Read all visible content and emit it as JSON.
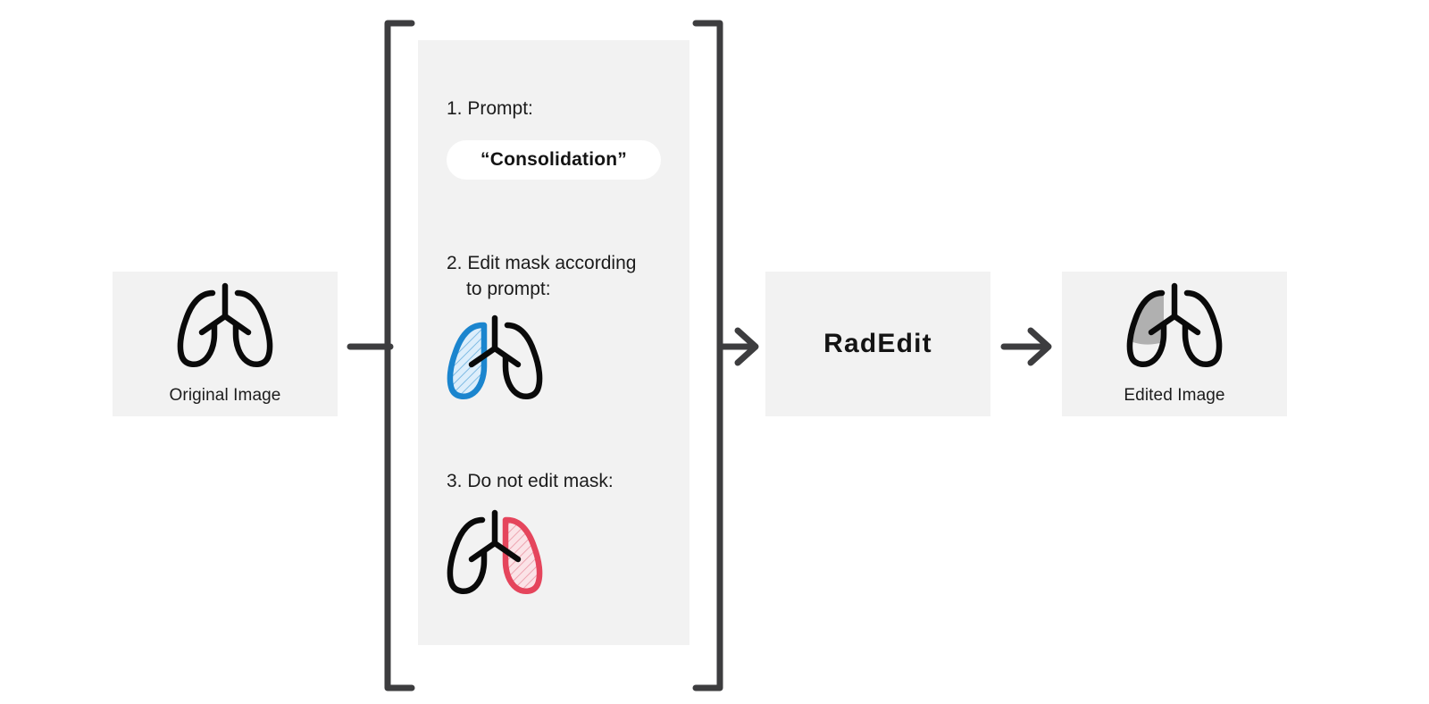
{
  "diagram": {
    "title": "RadEdit pipeline overview",
    "colors": {
      "panel_bg": "#f2f2f2",
      "page_bg": "#ffffff",
      "stroke_dark": "#3d3d3f",
      "ink": "#111111",
      "mask_edit_blue": "#1b85ce",
      "mask_edit_blue_fill": "#d6e9f7",
      "mask_keep_red": "#e5455c",
      "mask_keep_red_fill": "#f8dde1",
      "consolidation_gray": "#b0b0b0"
    }
  },
  "original_panel": {
    "caption": "Original Image",
    "art_name": "lungs-outline-icon"
  },
  "steps_panel": {
    "step1": {
      "label": "1. Prompt:",
      "prompt_value": "“Consolidation”"
    },
    "step2": {
      "line1": "2. Edit mask according",
      "line2": "to prompt:",
      "art_name": "lungs-left-mask-highlight-icon",
      "highlight_side": "left",
      "highlight_color": "#1b85ce"
    },
    "step3": {
      "label": "3. Do not edit mask:",
      "art_name": "lungs-right-mask-highlight-icon",
      "highlight_side": "right",
      "highlight_color": "#e5455c"
    }
  },
  "model_panel": {
    "label": "RadEdit"
  },
  "edited_panel": {
    "caption": "Edited Image",
    "art_name": "lungs-with-consolidation-icon"
  },
  "connectors": {
    "input_line_name": "original-to-bracket-line",
    "arrow_to_model_name": "bracket-to-radedit-arrow",
    "arrow_to_output_name": "radedit-to-edited-arrow",
    "left_bracket_name": "left-square-bracket",
    "right_bracket_name": "right-square-bracket"
  }
}
